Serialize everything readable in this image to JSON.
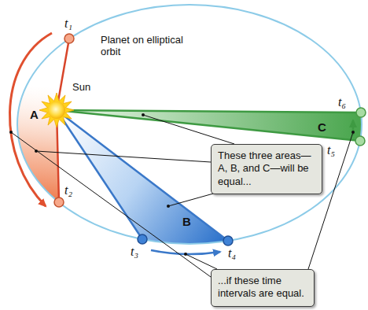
{
  "diagram": {
    "nodes": [
      {
        "text": [
          "These three areas—A, B, and C—will be equal..."
        ]
      },
      {
        "text": [
          "...if these time intervals are equal."
        ]
      }
    ],
    "labels": [
      "t₁",
      "Planet on elliptical orbit",
      "Sun",
      "t₆",
      "A",
      "C",
      "t₅",
      "t₂",
      "B",
      "t₃",
      "t₄"
    ]
  }
}
